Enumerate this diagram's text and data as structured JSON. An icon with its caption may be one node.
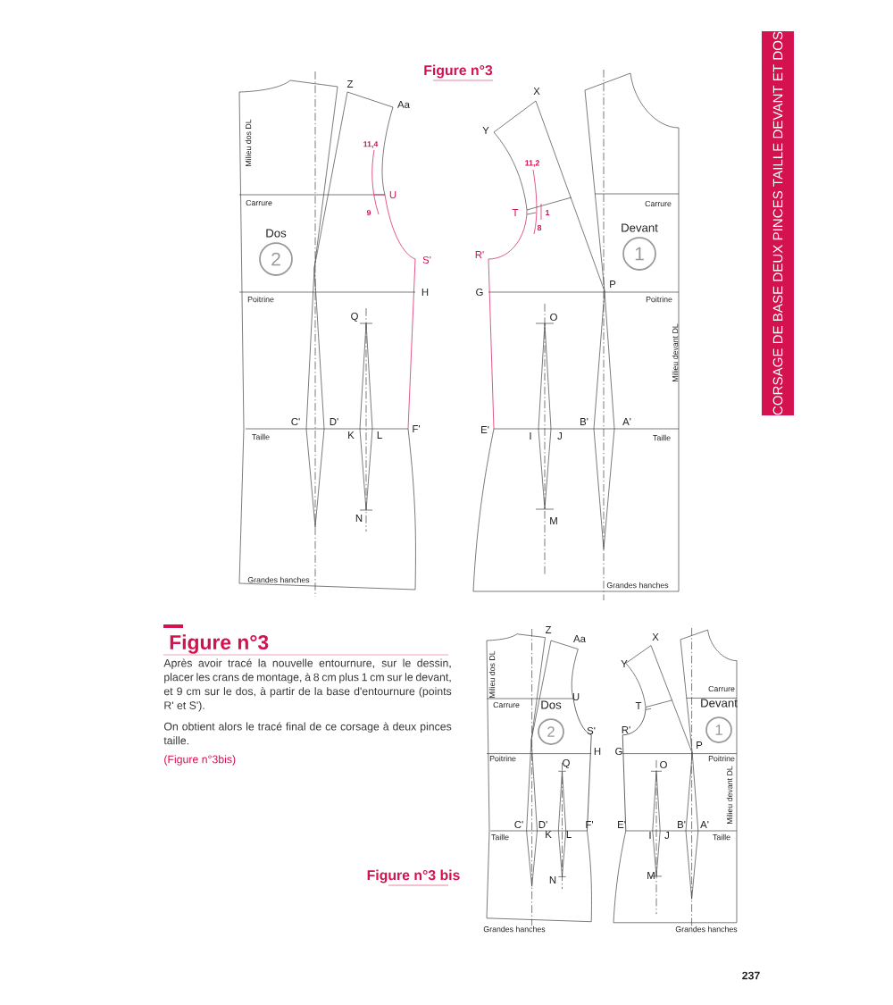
{
  "diagram": {
    "nodes": [
      {
        "text": [
          "CORSAGE DE BASE DEUX PINCES TAILLE DEVANT ET DOS"
        ]
      },
      {
        "text": [
          "2"
        ],
        "beside": [
          "Dos"
        ]
      },
      {
        "text": [
          "1"
        ],
        "beside": [
          "Devant"
        ]
      },
      {
        "text": [
          "2"
        ],
        "beside": [
          "Dos"
        ]
      },
      {
        "text": [
          "1"
        ],
        "beside": [
          "Devant"
        ]
      }
    ],
    "labels": [
      "Figure n°3",
      "Z",
      "Aa",
      "Milieu dos DL",
      "11,4",
      "U",
      "Carrure",
      "9",
      "S'",
      "H",
      "Poitrine",
      "Q",
      "C'",
      "D'",
      "F'",
      "Taille",
      "K",
      "L",
      "N",
      "Grandes hanches",
      "X",
      "Y",
      "11,2",
      "Carrure",
      "T",
      "1",
      "8",
      "R'",
      "G",
      "P",
      "Poitrine",
      "O",
      "Milieu devant DL",
      "B'",
      "A'",
      "E'",
      "I",
      "J",
      "Taille",
      "M",
      "Grandes hanches",
      "Figure n°3",
      "Après avoir tracé la nouvelle entournure, sur le dessin, placer les crans de montage, à 8 cm plus 1 cm sur le devant, et 9 cm sur le dos, à partir de la base d'entournure (points R' et S').",
      "On obtient alors le tracé final de ce corsage à deux pinces taille.",
      "(Figure n°3bis)",
      "Figure n°3 bis",
      "Z",
      "Aa",
      "Milieu dos DL",
      "U",
      "Carrure",
      "S'",
      "H",
      "Poitrine",
      "Q",
      "C'",
      "D'",
      "F'",
      "Taille",
      "K",
      "L",
      "N",
      "Grandes hanches",
      "X",
      "Y",
      "Carrure",
      "T",
      "R'",
      "G",
      "P",
      "Poitrine",
      "O",
      "Milieu devant DL",
      "E'",
      "B'",
      "A'",
      "I",
      "J",
      "Taille",
      "M",
      "Grandes hanches",
      "237"
    ]
  }
}
